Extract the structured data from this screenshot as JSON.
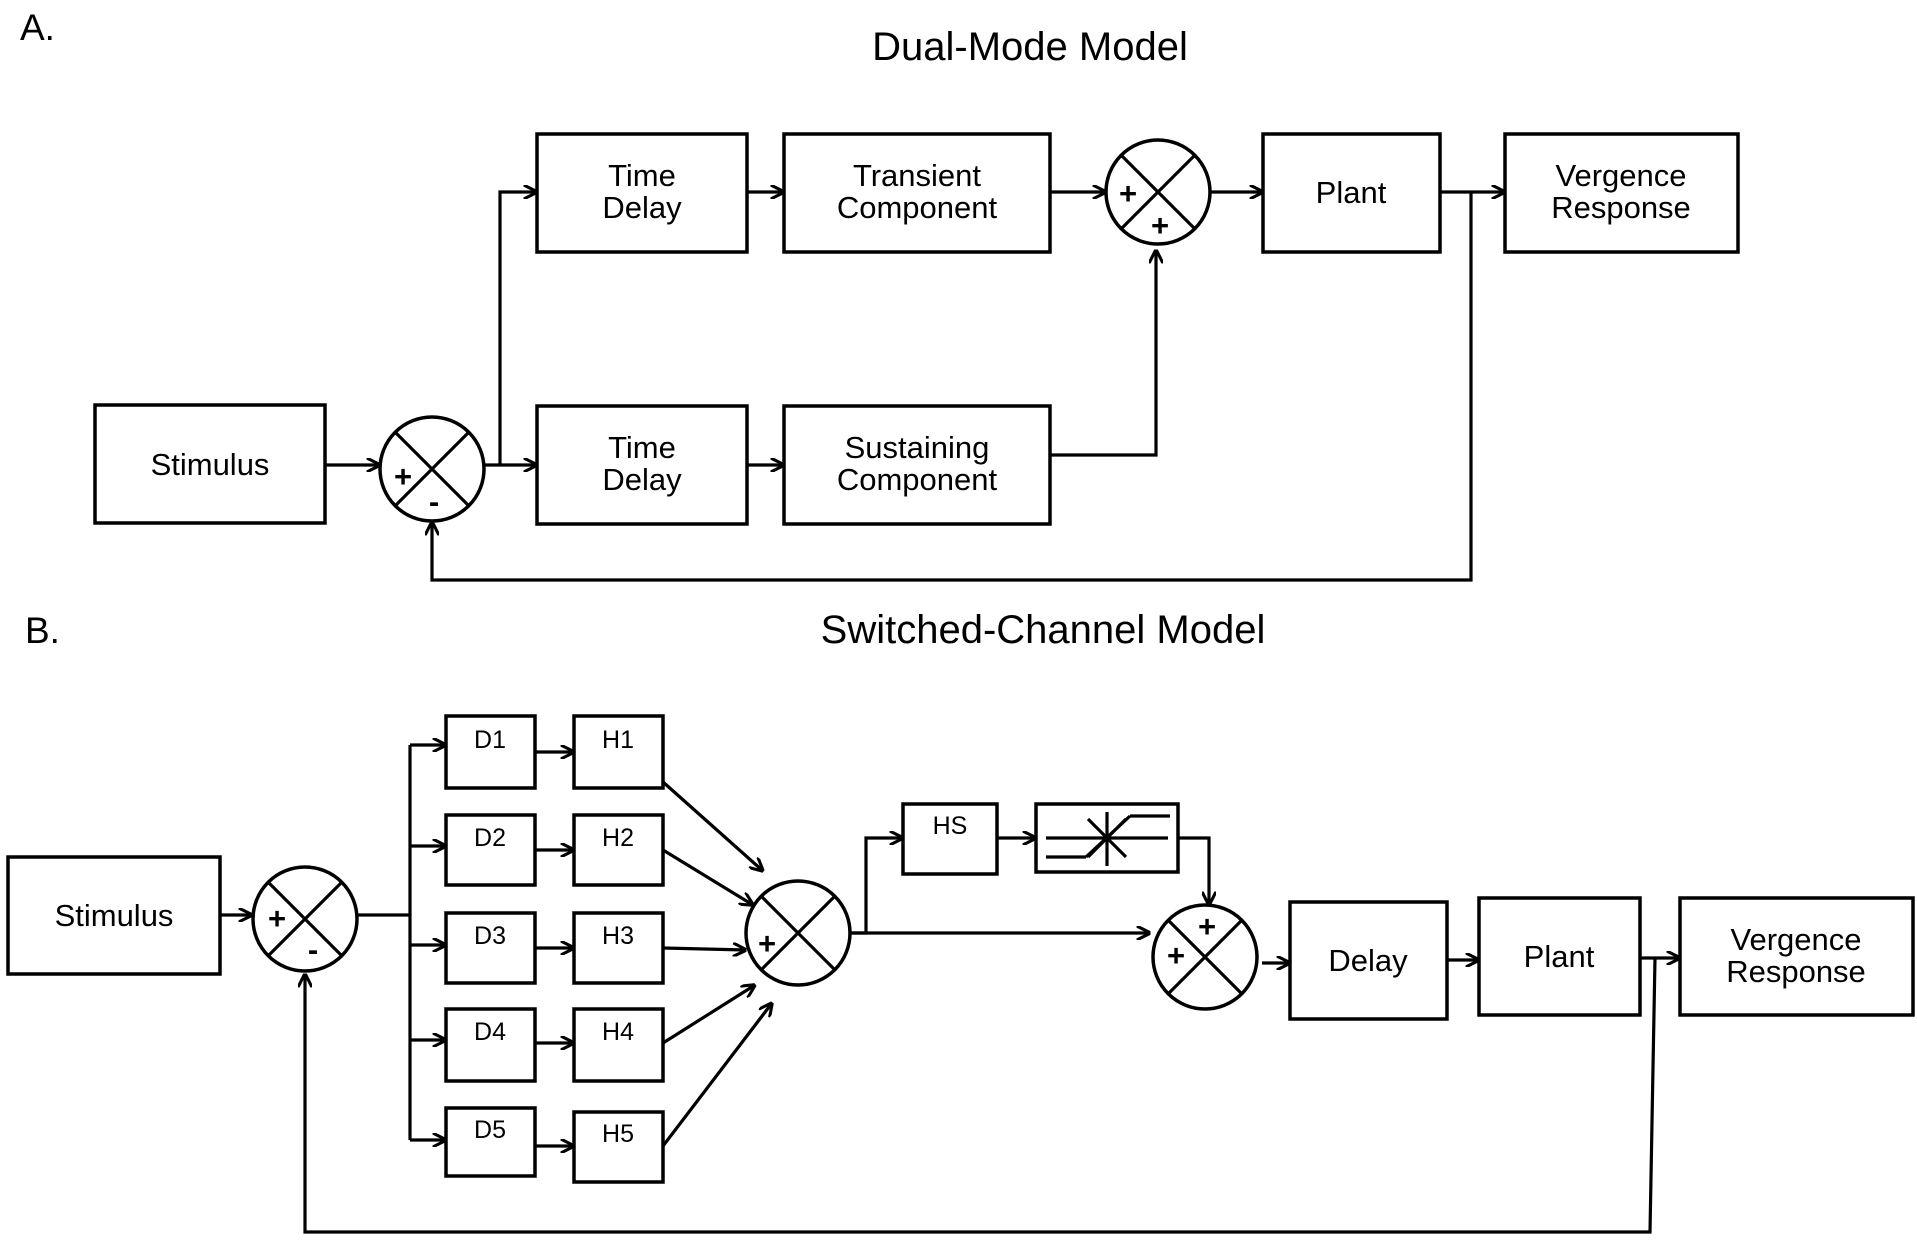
{
  "panel_a": {
    "label": "A.",
    "title": "Dual-Mode Model",
    "stimulus": "Stimulus",
    "time_delay_top": [
      "Time",
      "Delay"
    ],
    "transient": [
      "Transient",
      "Component"
    ],
    "time_delay_bottom": [
      "Time",
      "Delay"
    ],
    "sustaining": [
      "Sustaining",
      "Component"
    ],
    "plant": "Plant",
    "response": [
      "Vergence",
      "Response"
    ],
    "comparator_signs": [
      "+",
      "-"
    ],
    "summer_signs": [
      "+",
      "+"
    ]
  },
  "panel_b": {
    "label": "B.",
    "title": "Switched-Channel Model",
    "stimulus": "Stimulus",
    "delays": [
      "D1",
      "D2",
      "D3",
      "D4",
      "D5"
    ],
    "channels": [
      "H1",
      "H2",
      "H3",
      "H4",
      "H5"
    ],
    "hs": "HS",
    "delay": "Delay",
    "plant": "Plant",
    "response": [
      "Vergence",
      "Response"
    ],
    "comparator_signs": [
      "+",
      "-"
    ],
    "channel_sum_sign": "+",
    "final_sum_signs": [
      "+",
      "+"
    ]
  }
}
